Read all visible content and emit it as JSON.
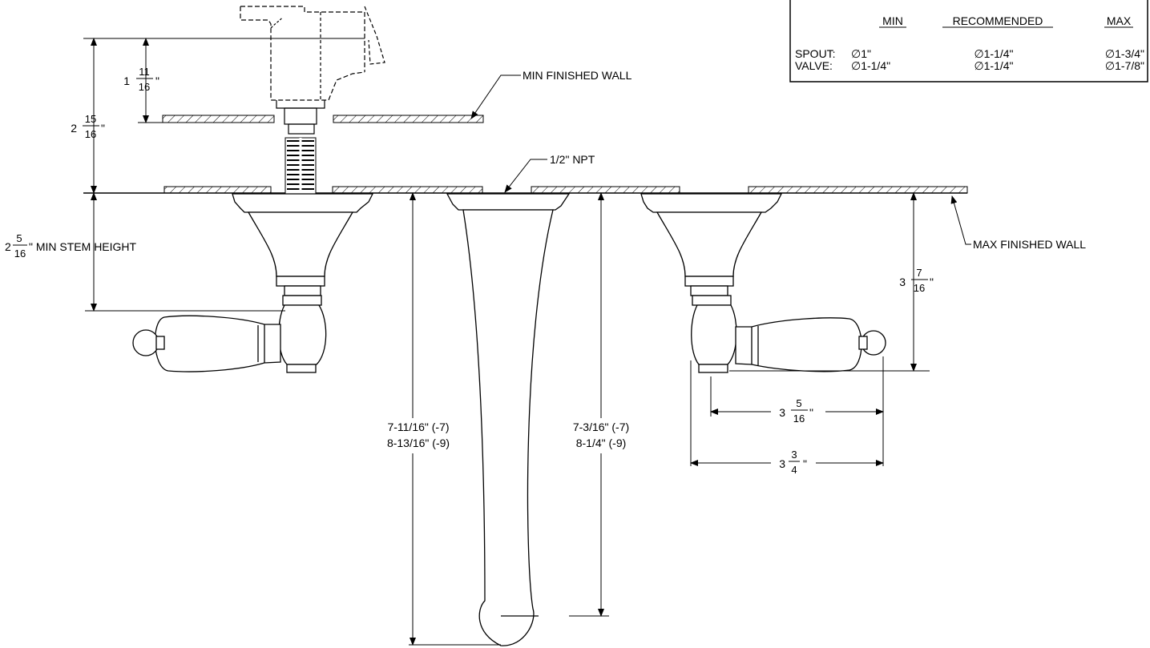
{
  "table": {
    "col_min": "MIN",
    "col_recommended": "RECOMMENDED",
    "col_max": "MAX",
    "rows": [
      {
        "label": "SPOUT:",
        "min": "∅1\"",
        "recommended": "∅1-1/4\"",
        "max": "∅1-3/4\""
      },
      {
        "label": "VALVE:",
        "min": "∅1-1/4\"",
        "recommended": "∅1-1/4\"",
        "max": "∅1-7/8\""
      }
    ]
  },
  "labels": {
    "min_finished_wall": "MIN FINISHED WALL",
    "max_finished_wall": "MAX FINISHED WALL",
    "npt": "1/2\" NPT",
    "min_stem_height": "\" MIN STEM HEIGHT"
  },
  "dims": {
    "d1": {
      "whole": "1",
      "num": "11",
      "den": "16",
      "unit": "\""
    },
    "d2": {
      "whole": "2",
      "num": "15",
      "den": "16",
      "unit": "\""
    },
    "d3": {
      "whole": "2",
      "num": "5",
      "den": "16"
    },
    "d4": {
      "whole": "3",
      "num": "7",
      "den": "16",
      "unit": "\""
    },
    "d5": {
      "whole": "3",
      "num": "5",
      "den": "16",
      "unit": "\""
    },
    "d6": {
      "whole": "3",
      "num": "3",
      "den": "4",
      "unit": "\""
    },
    "spout_len_1": "7-11/16\" (-7)",
    "spout_len_2": "8-13/16\" (-9)",
    "spout_len_3": "7-3/16\" (-7)",
    "spout_len_4": "8-1/4\" (-9)"
  }
}
